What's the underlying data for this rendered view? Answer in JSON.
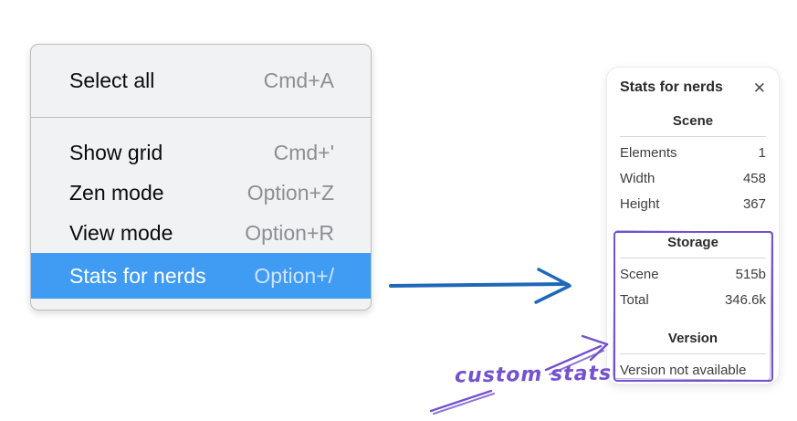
{
  "menu": {
    "items": [
      {
        "label": "Select all",
        "shortcut": "Cmd+A"
      },
      {
        "label": "Show grid",
        "shortcut": "Cmd+'"
      },
      {
        "label": "Zen mode",
        "shortcut": "Option+Z"
      },
      {
        "label": "View mode",
        "shortcut": "Option+R"
      },
      {
        "label": "Stats for nerds",
        "shortcut": "Option+/"
      }
    ],
    "highlighted_item": "Stats for nerds"
  },
  "stats_panel": {
    "title": "Stats for nerds",
    "close_glyph": "✕",
    "scene": {
      "heading": "Scene",
      "rows": [
        {
          "label": "Elements",
          "value": "1"
        },
        {
          "label": "Width",
          "value": "458"
        },
        {
          "label": "Height",
          "value": "367"
        }
      ]
    },
    "storage": {
      "heading": "Storage",
      "rows": [
        {
          "label": "Scene",
          "value": "515b"
        },
        {
          "label": "Total",
          "value": "346.6k"
        }
      ]
    },
    "version": {
      "heading": "Version",
      "note": "Version not available"
    }
  },
  "annotation": {
    "label": "custom stats"
  },
  "colors": {
    "menu_highlight": "#3f9cf2",
    "blue_arrow": "#1e68b8",
    "annotation_purple": "#7352cc"
  }
}
